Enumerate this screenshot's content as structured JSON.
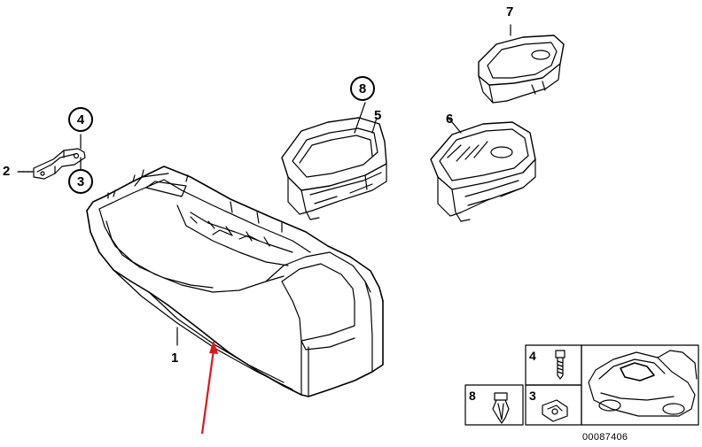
{
  "callouts": {
    "c1": "1",
    "c2": "2",
    "c3": "3",
    "c4": "4",
    "c5": "5",
    "c6": "6",
    "c7": "7",
    "c8": "8"
  },
  "legend": {
    "n4": "4",
    "n3": "3",
    "n8": "8"
  },
  "doc_number": "00087406",
  "colors": {
    "line": "#000000",
    "arrow": "#e0161b",
    "background": "#ffffff"
  }
}
